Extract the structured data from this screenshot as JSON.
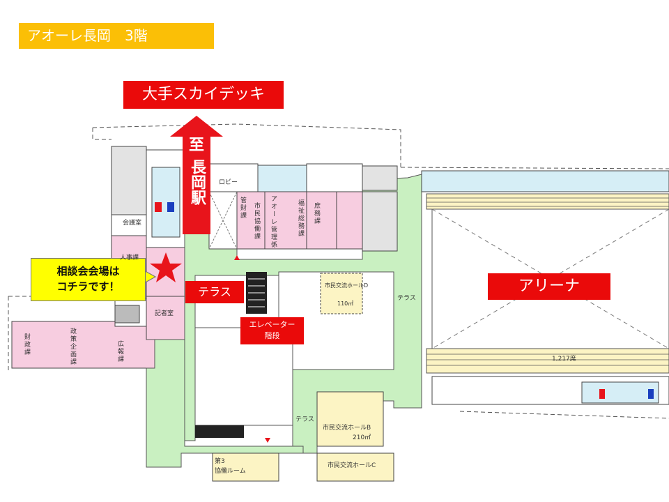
{
  "title": "アオーレ長岡　3階",
  "labels": {
    "skydeck": "大手スカイデッキ",
    "arena": "アリーナ",
    "terrace_main": "テラス",
    "elevator": "エレベーター",
    "stairs": "階段",
    "direction": "至",
    "station": "長岡駅",
    "callout_line1": "相談会会場は",
    "callout_line2": "コチラです！"
  },
  "rooms": {
    "meeting_room": "会議室",
    "personnel": "人事課",
    "press_room": "記者室",
    "finance": "財政課",
    "policy": "政策企画課",
    "pr": "広報課",
    "lobby": "ロビー",
    "citizen_collab": "市民協働課",
    "aore_mgmt": "アオーレ管理係",
    "asset_mgmt": "管財課",
    "welfare": "福祉総務課",
    "general_affairs": "庶務課",
    "hall_d": "市民交流ホールD",
    "hall_d_area": "110㎡",
    "hall_b": "市民交流ホールB",
    "hall_b_area": "210㎡",
    "hall_c": "市民交流ホールC",
    "terrace_right": "テラス",
    "terrace_lower": "テラス",
    "seats": "1,217席",
    "room3": "第3",
    "activity_room": "協働ルーム"
  },
  "colors": {
    "title_bg": "#fbbf06",
    "label_red": "#ea0a0a",
    "office_pink": "#f7cde0",
    "corridor_green": "#c9f0c1",
    "hall_yellow": "#fcf4c4",
    "callout_yellow": "#ffff00",
    "star_red": "#e8141b"
  }
}
